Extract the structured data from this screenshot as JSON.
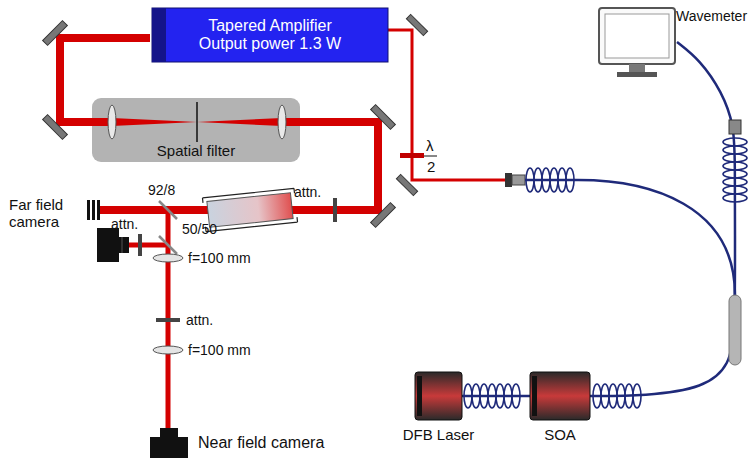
{
  "diagram": {
    "nodes": [
      {
        "text": [
          "Tapered Amplifier",
          "Output power 1.3 W"
        ]
      },
      {
        "text": [
          "Spatial filter"
        ]
      },
      {
        "text": [
          "Far field camera"
        ]
      },
      {
        "text": [
          "Near field camera"
        ]
      },
      {
        "text": [
          "Wavemeter"
        ]
      },
      {
        "text": [
          "DFB Laser"
        ]
      },
      {
        "text": [
          "SOA"
        ]
      }
    ],
    "edges": [
      {
        "from": 5,
        "to": 6,
        "arrow": "none"
      },
      {
        "from": 6,
        "to": 4,
        "arrow": "none"
      }
    ],
    "labels": [
      "λ",
      "2",
      "attn.",
      "92/8",
      "attn.",
      "50/50",
      "f=100 mm",
      "attn.",
      "f=100 mm"
    ]
  }
}
